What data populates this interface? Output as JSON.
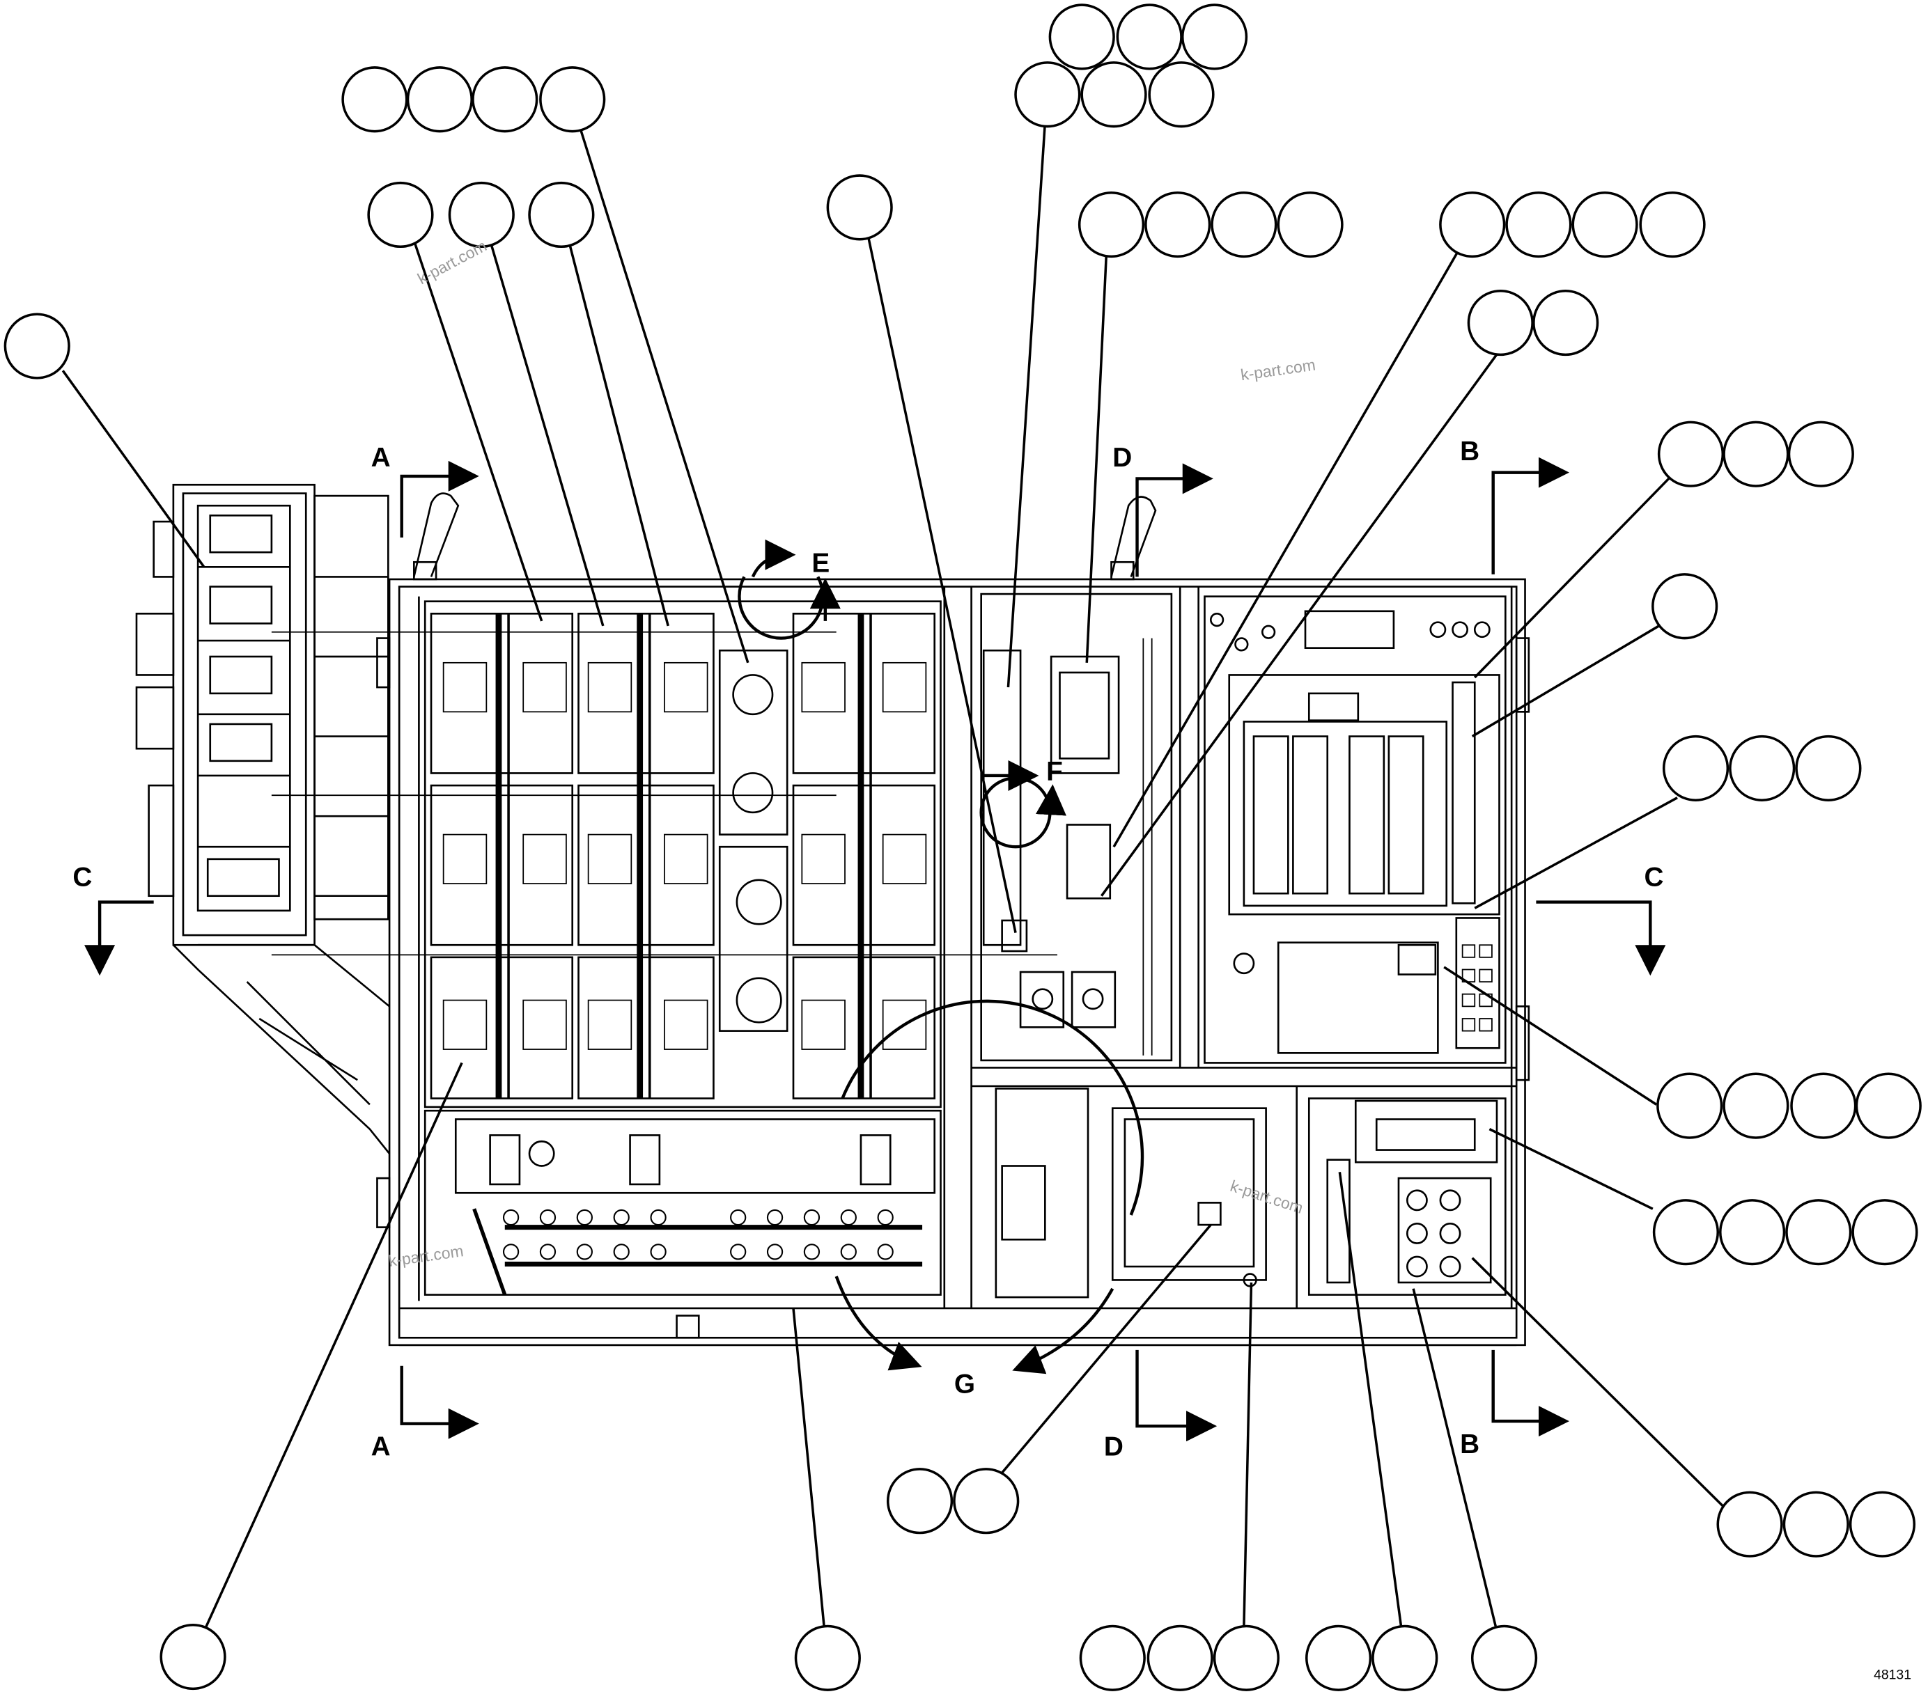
{
  "section_labels": {
    "a_top": "A",
    "a_bottom": "A",
    "b_top": "B",
    "b_bottom": "B",
    "c_left": "C",
    "c_right": "C",
    "d_top": "D",
    "d_bottom": "D",
    "e": "E",
    "f": "F",
    "g": "G"
  },
  "watermarks": {
    "w1": "k-part.com",
    "w2": "k-part.com",
    "w3": "k-part.com",
    "w4": "k-part.com"
  },
  "figure_number": "48131",
  "callout_groups": [
    {
      "name": "callout-group-1",
      "bubbles": 4
    },
    {
      "name": "callout-group-2",
      "bubbles": 1
    },
    {
      "name": "callout-group-3",
      "bubbles": 1
    },
    {
      "name": "callout-group-4",
      "bubbles": 1
    },
    {
      "name": "callout-group-5",
      "bubbles": 1
    },
    {
      "name": "callout-group-6",
      "bubbles": 6
    },
    {
      "name": "callout-group-7",
      "bubbles": 4
    },
    {
      "name": "callout-group-8",
      "bubbles": 4
    },
    {
      "name": "callout-group-9",
      "bubbles": 2
    },
    {
      "name": "callout-group-10",
      "bubbles": 1
    },
    {
      "name": "callout-group-11",
      "bubbles": 3
    },
    {
      "name": "callout-group-12",
      "bubbles": 1
    },
    {
      "name": "callout-group-13",
      "bubbles": 3
    },
    {
      "name": "callout-group-14",
      "bubbles": 4
    },
    {
      "name": "callout-group-15",
      "bubbles": 4
    },
    {
      "name": "callout-group-16",
      "bubbles": 3
    },
    {
      "name": "callout-group-17",
      "bubbles": 1
    },
    {
      "name": "callout-group-18",
      "bubbles": 2
    },
    {
      "name": "callout-group-19",
      "bubbles": 3
    },
    {
      "name": "callout-group-20",
      "bubbles": 2
    },
    {
      "name": "callout-group-21",
      "bubbles": 1
    },
    {
      "name": "callout-group-22",
      "bubbles": 1
    }
  ]
}
